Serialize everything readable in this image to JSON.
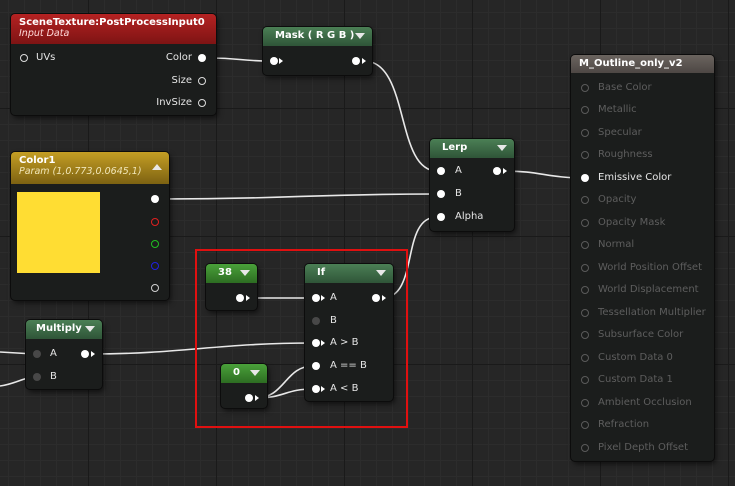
{
  "nodes": {
    "scene_texture": {
      "title": "SceneTexture:PostProcessInput0",
      "subtitle": "Input Data",
      "inputs": [
        "UVs"
      ],
      "outputs": [
        "Color",
        "Size",
        "InvSize"
      ]
    },
    "mask": {
      "title": "Mask ( R G B )"
    },
    "color1": {
      "title": "Color1",
      "subtitle": "Param (1,0.773,0.0645,1)",
      "swatch_color": "#ffdd33"
    },
    "lerp": {
      "title": "Lerp",
      "inputs": [
        "A",
        "B",
        "Alpha"
      ]
    },
    "material": {
      "title": "M_Outline_only_v2",
      "inputs": [
        "Base Color",
        "Metallic",
        "Specular",
        "Roughness",
        "Emissive Color",
        "Opacity",
        "Opacity Mask",
        "Normal",
        "World Position Offset",
        "World Displacement",
        "Tessellation Multiplier",
        "Subsurface Color",
        "Custom Data 0",
        "Custom Data 1",
        "Ambient Occlusion",
        "Refraction",
        "Pixel Depth Offset"
      ],
      "active_input": "Emissive Color"
    },
    "const_38": {
      "value": "38"
    },
    "const_0": {
      "value": "0"
    },
    "if": {
      "title": "If",
      "inputs": [
        "A",
        "B",
        "A > B",
        "A == B",
        "A < B"
      ]
    },
    "multiply": {
      "title": "Multiply",
      "inputs": [
        "A",
        "B"
      ]
    }
  },
  "colors": {
    "scene_texture_header": "#a01818",
    "mask_header": "#3f6b48",
    "color1_header": "#a8861c",
    "const_header": "#3f8c30",
    "material_header": "#5a5450",
    "selection_outline": "#e01010"
  }
}
